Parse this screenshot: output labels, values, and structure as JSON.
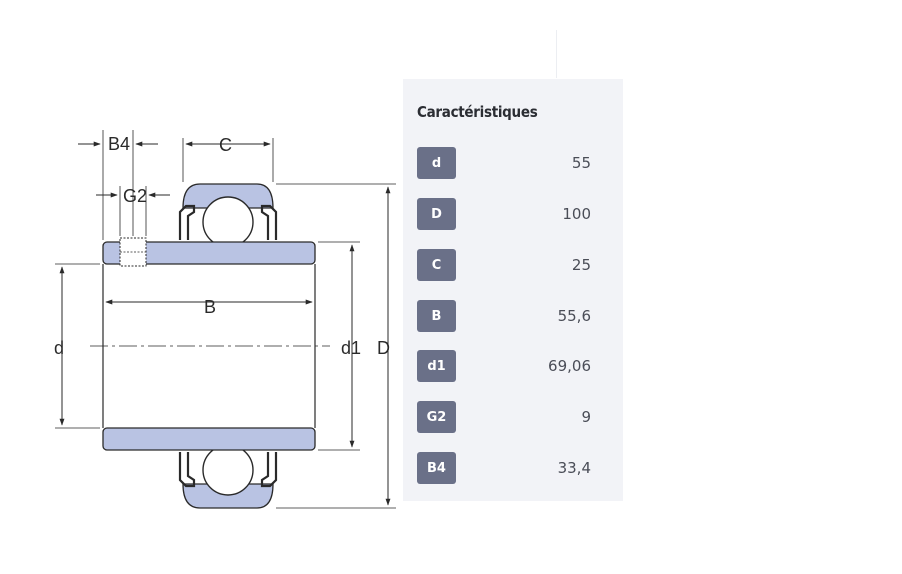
{
  "diagram": {
    "dimension_labels": {
      "B4": "B4",
      "C": "C",
      "G2": "G2",
      "B": "B",
      "d": "d",
      "d1": "d1",
      "D": "D"
    }
  },
  "specs": {
    "title": "Caractéristiques",
    "rows": [
      {
        "label": "d",
        "value": "55"
      },
      {
        "label": "D",
        "value": "100"
      },
      {
        "label": "C",
        "value": "25"
      },
      {
        "label": "B",
        "value": "55,6"
      },
      {
        "label": "d1",
        "value": "69,06"
      },
      {
        "label": "G2",
        "value": "9"
      },
      {
        "label": "B4",
        "value": "33,4"
      }
    ]
  },
  "colors": {
    "steel_fill": "#b9c3e3",
    "outline": "#2a2a2a",
    "badge": "#6a7088",
    "panel": "#f2f3f7"
  }
}
